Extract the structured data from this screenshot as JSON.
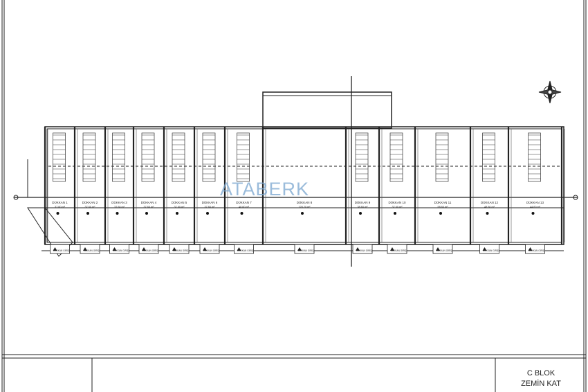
{
  "title_block": {
    "block": "C BLOK",
    "floor": "ZEMİN KAT"
  },
  "watermark": "ATABERK",
  "colors": {
    "lines": "#222222",
    "watermark": "#7aa6cf"
  },
  "entrance_label": "DÜKKAN GİRİŞ",
  "shops": [
    {
      "name": "DÜKKAN 1",
      "area": "37.60 m²"
    },
    {
      "name": "DÜKKAN 2",
      "area": "37.60 m²"
    },
    {
      "name": "DÜKKAN 3",
      "area": "37.60 m²"
    },
    {
      "name": "DÜKKAN 4",
      "area": "37.60 m²"
    },
    {
      "name": "DÜKKAN 5",
      "area": "37.60 m²"
    },
    {
      "name": "DÜKKAN 6",
      "area": "37.60 m²"
    },
    {
      "name": "DÜKKAN 7",
      "area": "48.60 m²"
    },
    {
      "name": "DÜKKAN 8",
      "area": "128.20 m²"
    },
    {
      "name": "DÜKKAN 9",
      "area": "38.60 m²"
    },
    {
      "name": "DÜKKAN 10",
      "area": "37.60 m²"
    },
    {
      "name": "DÜKKAN 11",
      "area": "58.60 m²"
    },
    {
      "name": "DÜKKAN 12",
      "area": "48.60 m²"
    },
    {
      "name": "DÜKKAN 13",
      "area": "44.60 m²"
    }
  ]
}
